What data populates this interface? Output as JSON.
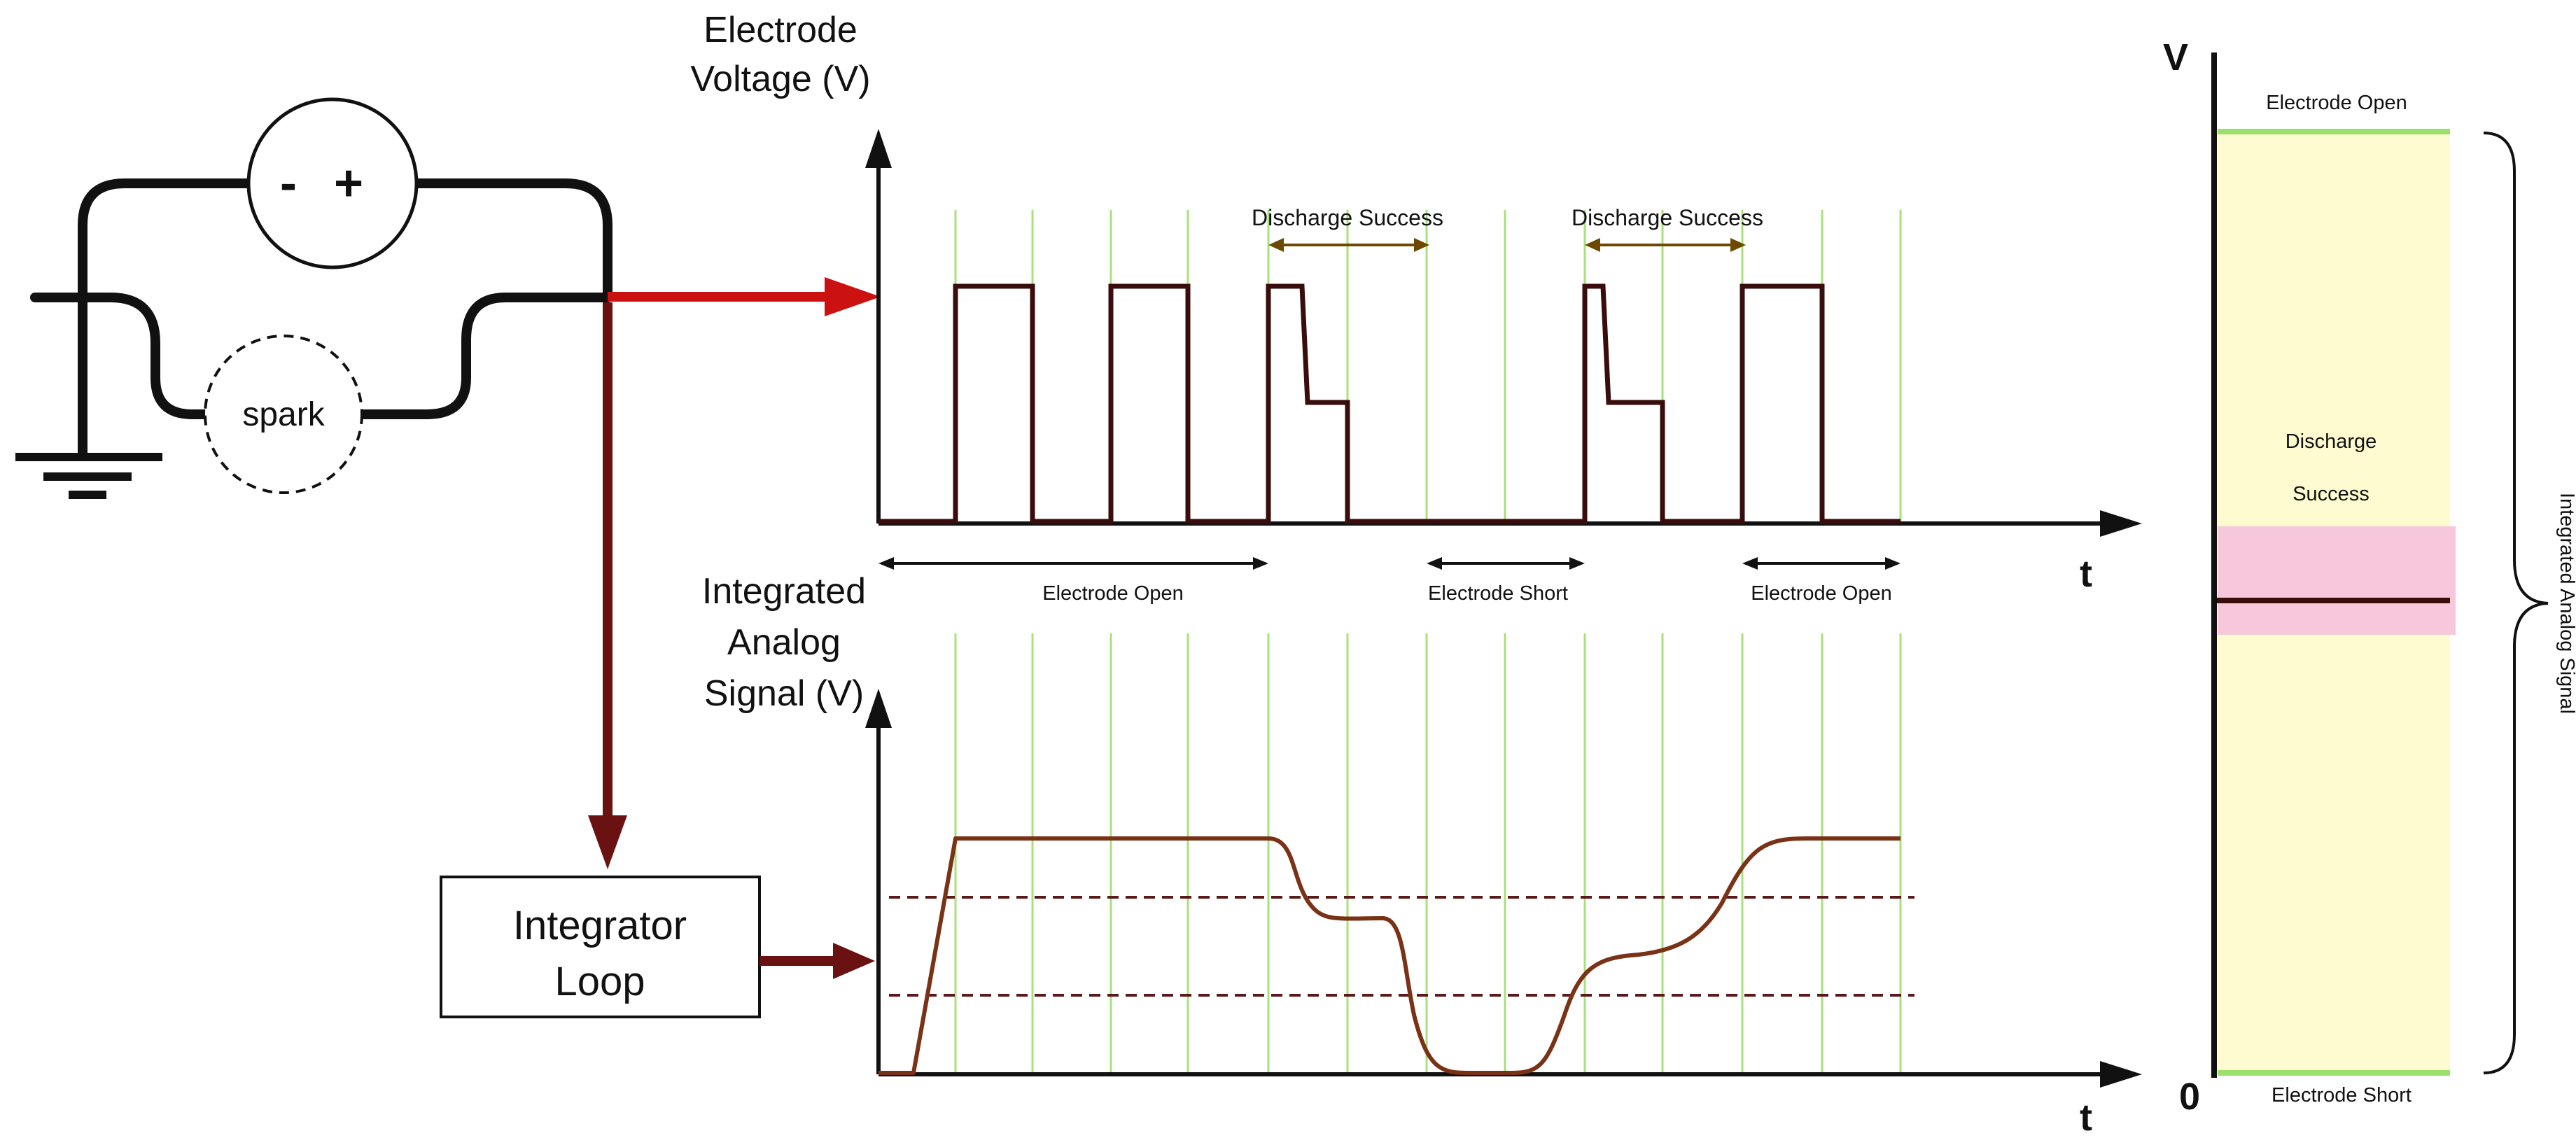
{
  "circuit": {
    "battery_minus": "-",
    "battery_plus": "+",
    "spark_label": "spark",
    "integrator_line1": "Integrator",
    "integrator_line2": "Loop"
  },
  "top_plot": {
    "ylabel_line1": "Electrode",
    "ylabel_line2": "Voltage (V)",
    "xlabel": "t",
    "discharge_success_1": "Discharge Success",
    "discharge_success_2": "Discharge Success",
    "region_open_1": "Electrode Open",
    "region_short": "Electrode Short",
    "region_open_2": "Electrode Open"
  },
  "bottom_plot": {
    "ylabel_line1": "Integrated",
    "ylabel_line2": "Analog",
    "ylabel_line3": "Signal (V)",
    "xlabel": "t"
  },
  "right_panel": {
    "v_label": "V",
    "zero_label": "0",
    "open_label": "Electrode Open",
    "discharge_line1": "Discharge",
    "discharge_line2": "Success",
    "short_label": "Electrode Short",
    "brace_label": "Integrated Analog Signal"
  },
  "colors": {
    "signal": "#3a0d0d",
    "arrow_red": "#cc1111",
    "arrow_dark": "#6a1212",
    "grid_green": "#a8e07a",
    "band_yellow": "#fdfbcf",
    "band_pink": "#f7c8dc"
  }
}
